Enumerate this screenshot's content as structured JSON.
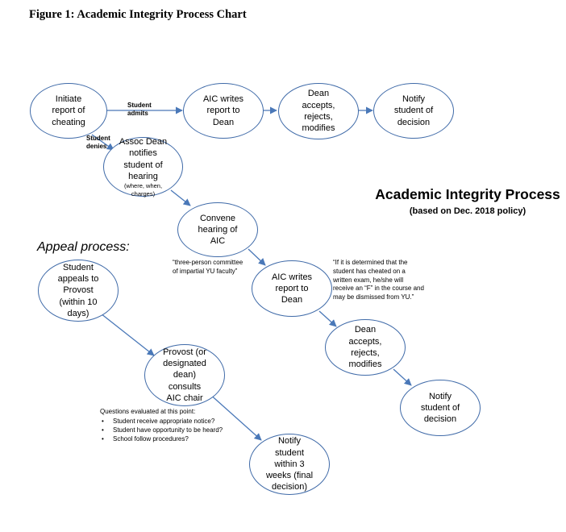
{
  "figure_title": "Figure 1: Academic Integrity Process Chart",
  "heading": "Academic Integrity Process",
  "subheading": "(based on Dec. 2018 policy)",
  "appeal_title": "Appeal process:",
  "nodes": {
    "initiate": [
      "Initiate",
      "report of",
      "cheating"
    ],
    "aic_writes_1": [
      "AIC writes",
      "report to",
      "Dean"
    ],
    "dean_1": [
      "Dean",
      "accepts,",
      "rejects,",
      "modifies"
    ],
    "notify_1": [
      "Notify",
      "student of",
      "decision"
    ],
    "assoc_dean": [
      "Assoc Dean",
      "notifies",
      "student of",
      "hearing"
    ],
    "assoc_dean_small": [
      "(where, when,",
      "charges)"
    ],
    "convene": [
      "Convene",
      "hearing of",
      "AIC"
    ],
    "aic_writes_2": [
      "AIC writes",
      "report to",
      "Dean"
    ],
    "dean_2": [
      "Dean",
      "accepts,",
      "rejects,",
      "modifies"
    ],
    "notify_2": [
      "Notify",
      "student of",
      "decision"
    ],
    "appeal": [
      "Student",
      "appeals to",
      "Provost",
      "(within 10",
      "days)"
    ],
    "provost": [
      "Provost (or",
      "designated",
      "dean)",
      "consults",
      "AIC chair"
    ],
    "notify_3": [
      "Notify",
      "student",
      "within 3",
      "weeks (final",
      "decision)"
    ]
  },
  "edge_labels": {
    "admits": [
      "Student",
      "admits"
    ],
    "denies": [
      "Student",
      "denies"
    ]
  },
  "notes": {
    "committee": [
      "“three-person committee",
      "of impartial YU faculty”"
    ],
    "policy": [
      "“If it is determined that the",
      "student has cheated on a",
      "written exam, he/she will",
      "receive an “F” in the course and",
      "may be dismissed from YU.”"
    ]
  },
  "questions": {
    "title": "Questions evaluated at this point:",
    "items": [
      "Student receive appropriate notice?",
      "Student have opportunity to be heard?",
      "School follow procedures?"
    ]
  },
  "colors": {
    "node_border": "#3f6aa8",
    "arrow": "#4a78b8"
  }
}
